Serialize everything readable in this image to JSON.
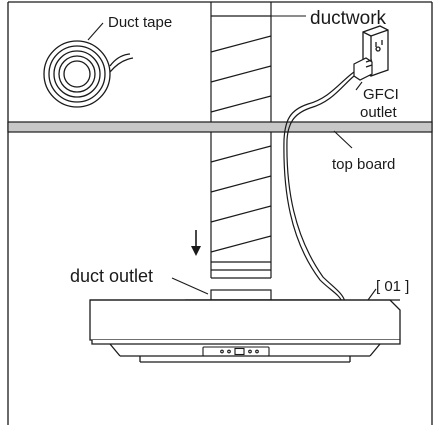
{
  "labels": {
    "duct_tape": "Duct tape",
    "ductwork": "ductwork",
    "gfci_line1": "GFCI",
    "gfci_line2": "outlet",
    "top_board": "top board",
    "duct_outlet": "duct outlet",
    "part_ref": "[ 01 ]"
  },
  "colors": {
    "line": "#1a1a1a",
    "board_fill": "#c8c8c8",
    "background": "#ffffff"
  },
  "icons": [
    "duct-tape-roll-icon",
    "gfci-outlet-icon",
    "power-plug-icon",
    "down-arrow-icon",
    "control-panel-icon"
  ]
}
